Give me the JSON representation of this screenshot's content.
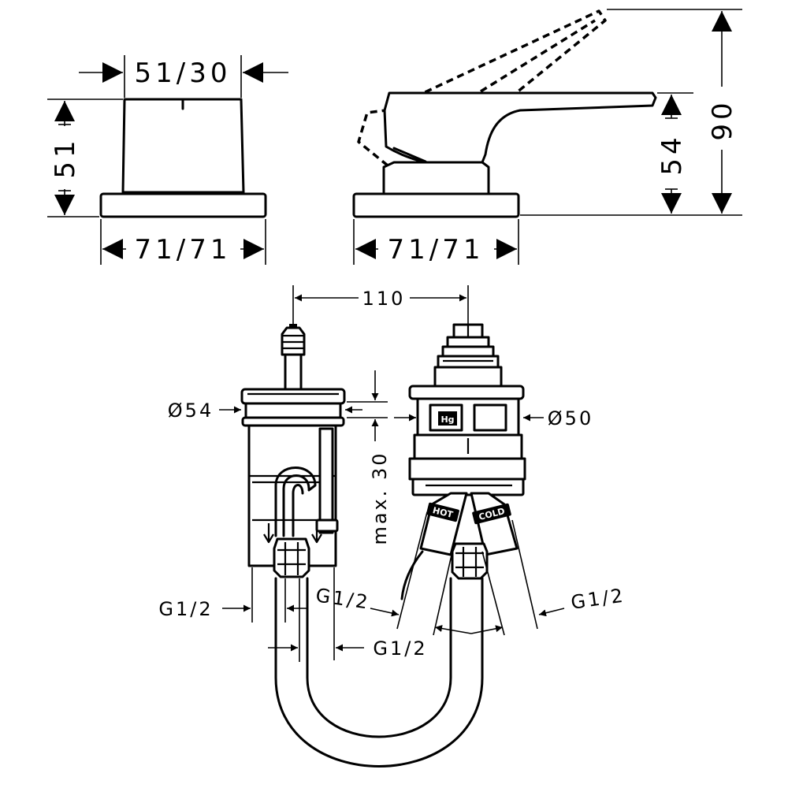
{
  "dimensions": {
    "top_width": "51/30",
    "left_height": "51",
    "left_base_width": "71/71",
    "right_base_width": "71/71",
    "spout_height": "54",
    "total_height": "90",
    "center_distance": "110",
    "left_diameter": "Ø54",
    "right_diameter": "Ø50",
    "max_thickness": "max. 30",
    "thread_left_outer": "G1/2",
    "thread_left_inner": "G1/2",
    "thread_center": "G1/2",
    "thread_right": "G1/2"
  },
  "valve_tags": {
    "hot": "HOT",
    "cold": "COLD",
    "logo": "Hg"
  }
}
